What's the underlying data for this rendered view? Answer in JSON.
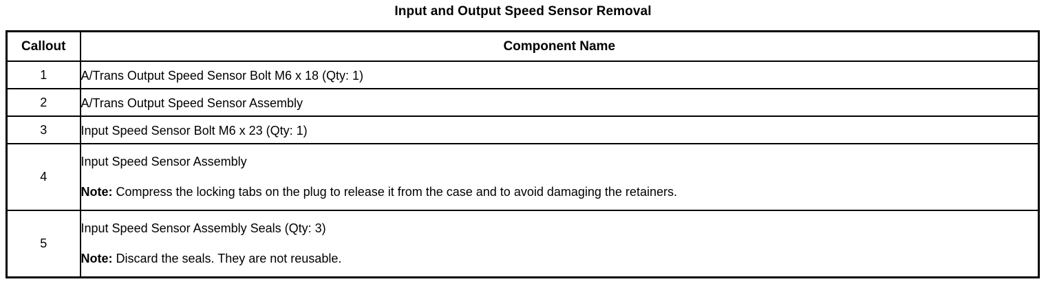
{
  "document": {
    "title": "Input and Output Speed Sensor Removal"
  },
  "table": {
    "columns": [
      {
        "key": "callout",
        "label": "Callout"
      },
      {
        "key": "component_name",
        "label": "Component Name"
      }
    ],
    "rows": [
      {
        "callout": "1",
        "name": "A/Trans Output Speed Sensor Bolt M6 x 18 (Qty: 1)",
        "note_label": "",
        "note_text": ""
      },
      {
        "callout": "2",
        "name": "A/Trans Output Speed Sensor Assembly",
        "note_label": "",
        "note_text": ""
      },
      {
        "callout": "3",
        "name": "Input Speed Sensor Bolt M6 x 23 (Qty: 1)",
        "note_label": "",
        "note_text": ""
      },
      {
        "callout": "4",
        "name": "Input Speed Sensor Assembly",
        "note_label": "Note:",
        "note_text": " Compress the locking tabs on the plug to release it from the case and to avoid damaging the retainers."
      },
      {
        "callout": "5",
        "name": "Input Speed Sensor Assembly Seals (Qty: 3)",
        "note_label": "Note:",
        "note_text": " Discard the seals. They are not reusable."
      }
    ]
  },
  "style": {
    "text_color": "#000000",
    "background_color": "#ffffff",
    "border_color": "#000000"
  }
}
